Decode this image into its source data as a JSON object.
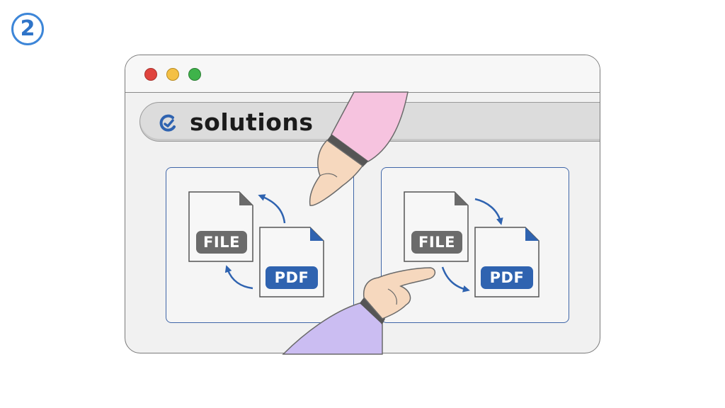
{
  "step": {
    "number": "2"
  },
  "browser": {
    "buttons": [
      "close",
      "minimize",
      "maximize"
    ],
    "address_bar": {
      "logo_text": "solutions",
      "logo_icon": "solutions-logo-icon"
    }
  },
  "panels": [
    {
      "file_label": "FILE",
      "pdf_label": "PDF",
      "arrow_direction": "pdf-to-file"
    },
    {
      "file_label": "FILE",
      "pdf_label": "PDF",
      "arrow_direction": "file-to-pdf"
    }
  ],
  "colors": {
    "accent": "#2f63b0",
    "file_label": "#6b6b6b",
    "badge": "#3d86d8",
    "sleeve_top": "#f6c3df",
    "sleeve_bottom": "#cbbdf2",
    "skin": "#f6d8be"
  }
}
